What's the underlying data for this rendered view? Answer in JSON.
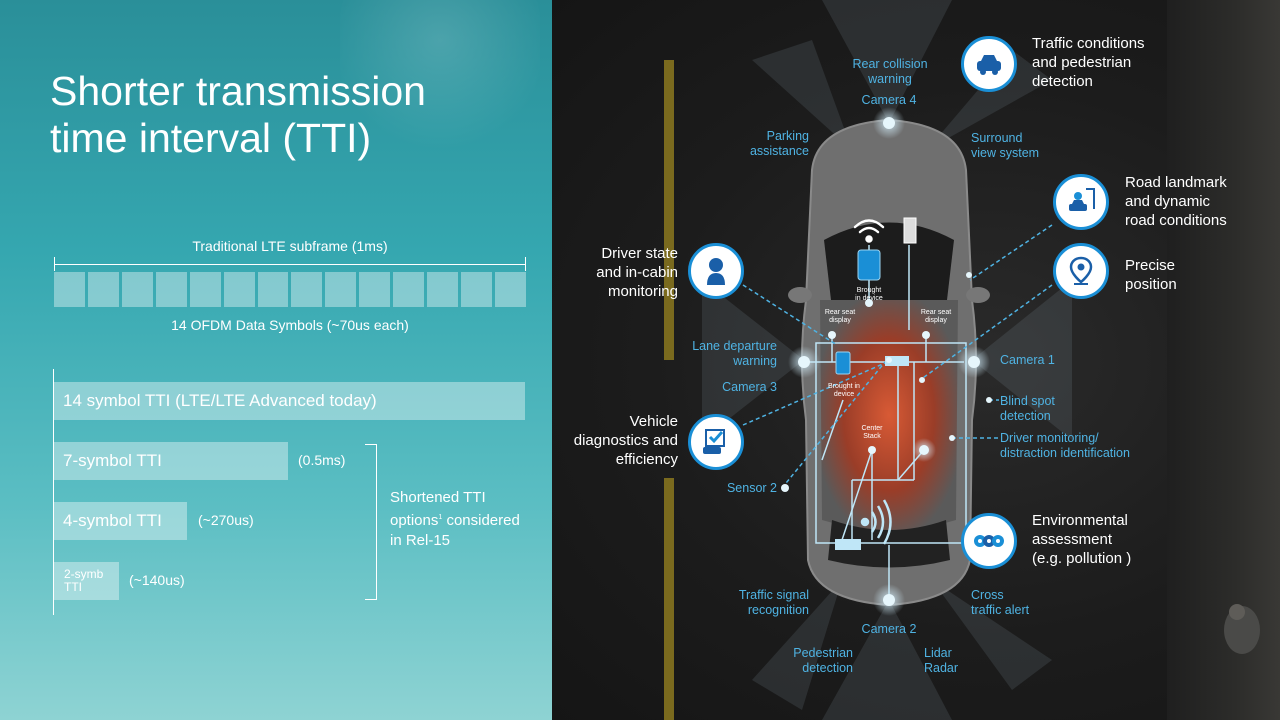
{
  "left": {
    "title_line1": "Shorter transmission",
    "title_line2": "time interval (TTI)",
    "subframe_label": "Traditional LTE subframe (1ms)",
    "symbols_label": "14 OFDM Data Symbols (~70us each)",
    "symbol_count": 14,
    "tti_bars": [
      {
        "label": "14 symbol TTI (LTE/LTE Advanced today)",
        "symbols": 14,
        "value": ""
      },
      {
        "label": "7-symbol TTI",
        "symbols": 7,
        "value": "(0.5ms)"
      },
      {
        "label": "4-symbol TTI",
        "symbols": 4,
        "value": "(~270us)"
      },
      {
        "label_line1": "2-symb",
        "label_line2": "TTI",
        "symbols": 2,
        "value": "(~140us)"
      }
    ],
    "options_label_line1": "Shortened TTI",
    "options_label_line2a": "options",
    "options_label_sup": "1",
    "options_label_line2b": " considered",
    "options_label_line3": "in Rel-15"
  },
  "right": {
    "car_labels": {
      "rear_collision_1": "Rear collision",
      "rear_collision_2": "warning",
      "camera4": "Camera 4",
      "parking_1": "Parking",
      "parking_2": "assistance",
      "surround_1": "Surround",
      "surround_2": "view system",
      "lane_1": "Lane departure",
      "lane_2": "warning",
      "camera3": "Camera 3",
      "camera1": "Camera 1",
      "blind_1": "Blind spot",
      "blind_2": "detection",
      "driver_mon_1": "Driver  monitoring/",
      "driver_mon_2": "distraction identification",
      "sensor2": "Sensor 2",
      "traffic_signal_1": "Traffic signal",
      "traffic_signal_2": "recognition",
      "cross_1": "Cross",
      "cross_2": "traffic alert",
      "camera2": "Camera 2",
      "pedestrian_1": "Pedestrian",
      "pedestrian_2": "detection",
      "lidar_1": "Lidar",
      "lidar_2": "Radar"
    },
    "tiny_labels": {
      "brought_top_1": "Brought",
      "brought_top_2": "in device",
      "rear_seat_left_1": "Rear seat",
      "rear_seat_left_2": "display",
      "rear_seat_right_1": "Rear seat",
      "rear_seat_right_2": "display",
      "brought_mid_1": "Brought  in",
      "brought_mid_2": "device",
      "center_stack_1": "Center",
      "center_stack_2": "Stack"
    },
    "features": {
      "traffic_1": "Traffic conditions",
      "traffic_2": "and pedestrian",
      "traffic_3": "detection",
      "road_1": "Road landmark",
      "road_2": "and dynamic",
      "road_3": "road conditions",
      "precise_1": "Precise",
      "precise_2": "position",
      "driver_1": "Driver state",
      "driver_2": "and in-cabin",
      "driver_3": "monitoring",
      "vehicle_1": "Vehicle",
      "vehicle_2": "diagnostics and",
      "vehicle_3": "efficiency",
      "env_1": "Environmental",
      "env_2": "assessment",
      "env_3": "(e.g. pollution )"
    },
    "colors": {
      "accent": "#4fb3e3",
      "ring": "#1a8fd6",
      "cabin": "#c24a2e"
    }
  }
}
